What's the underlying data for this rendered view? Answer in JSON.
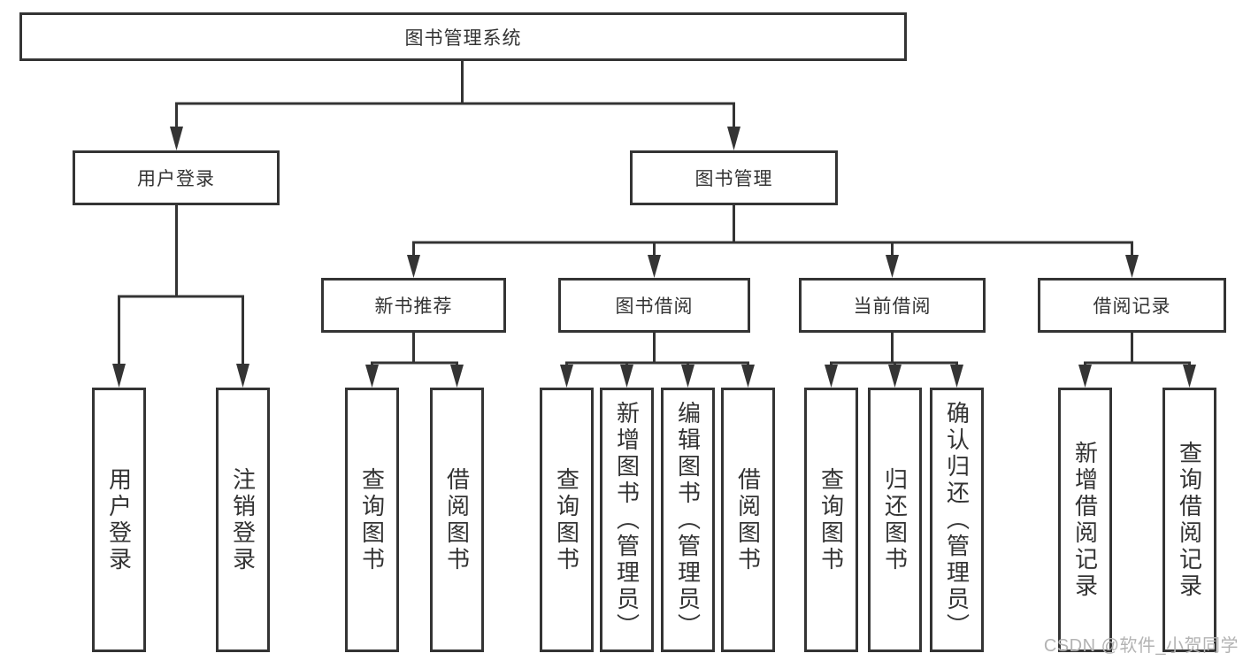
{
  "title": {
    "label": "图书管理系统"
  },
  "branches": [
    {
      "label": "用户登录",
      "children": [
        {
          "label": "用户登录"
        },
        {
          "label": "注销登录"
        }
      ]
    },
    {
      "label": "图书管理",
      "children": [
        {
          "label": "新书推荐",
          "children": [
            {
              "label": "查询图书"
            },
            {
              "label": "借阅图书"
            }
          ]
        },
        {
          "label": "图书借阅",
          "children": [
            {
              "label": "查询图书"
            },
            {
              "label": "新增图书（管理员）"
            },
            {
              "label": "编辑图书（管理员）"
            },
            {
              "label": "借阅图书"
            }
          ]
        },
        {
          "label": "当前借阅",
          "children": [
            {
              "label": "查询图书"
            },
            {
              "label": "归还图书"
            },
            {
              "label": "确认归还（管理员）"
            }
          ]
        },
        {
          "label": "借阅记录",
          "children": [
            {
              "label": "新增借阅记录"
            },
            {
              "label": "查询借阅记录"
            }
          ]
        }
      ]
    }
  ],
  "watermark": {
    "text": "CSDN @软件_小贺同学"
  },
  "colors": {
    "line": "#343434",
    "box_border": "#343434",
    "text": "#333333",
    "watermark": "#b3b3b3"
  }
}
